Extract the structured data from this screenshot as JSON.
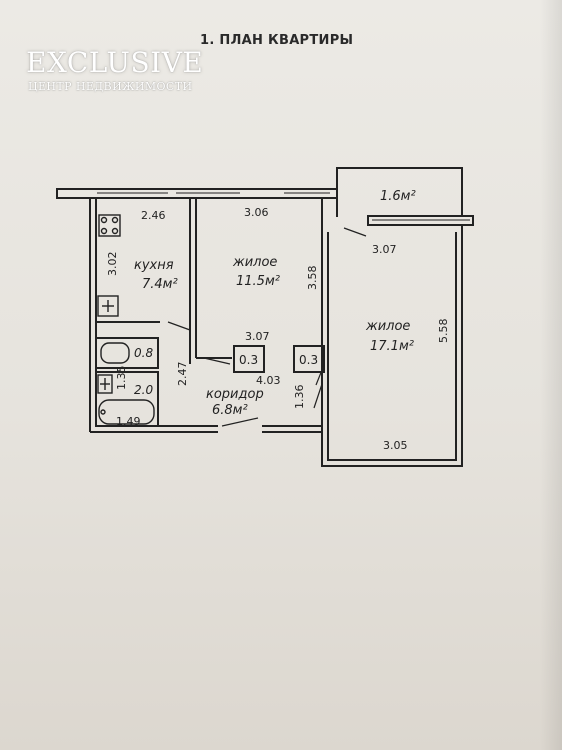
{
  "heading": "1. ПЛАН КВАРТИРЫ",
  "logo": {
    "name": "EXCLUSIVE",
    "subtitle": "ЦЕНТР НЕДВИЖИМОСТИ",
    "color": "#ffffff"
  },
  "rooms": {
    "kitchen": {
      "name": "кухня",
      "area": "7.4м²"
    },
    "living1": {
      "name": "жилое",
      "area": "11.5м²"
    },
    "living2": {
      "name": "жилое",
      "area": "17.1м²"
    },
    "corridor": {
      "name": "коридор",
      "area": "6.8м²"
    },
    "balcony": {
      "area": "1.6м²"
    },
    "closet1": {
      "area": "0.3"
    },
    "closet2": {
      "area": "0.3"
    },
    "wc": {
      "area": "0.8"
    },
    "bath": {
      "area": "2.0"
    }
  },
  "dimensions": {
    "kitchen_width": "2.46",
    "kitchen_depth": "3.02",
    "living1_width_top": "3.06",
    "living1_depth": "3.58",
    "living1_width_bottom": "3.07",
    "balcony_width": "3.07",
    "living2_depth": "5.58",
    "living2_width": "3.05",
    "corridor_length": "4.03",
    "corridor_depth_left": "2.47",
    "corridor_depth_right": "1.36",
    "bath_height": "1.35",
    "bath_width": "1.49"
  },
  "colors": {
    "ink": "#222222",
    "paper": "#e9e6e0"
  }
}
